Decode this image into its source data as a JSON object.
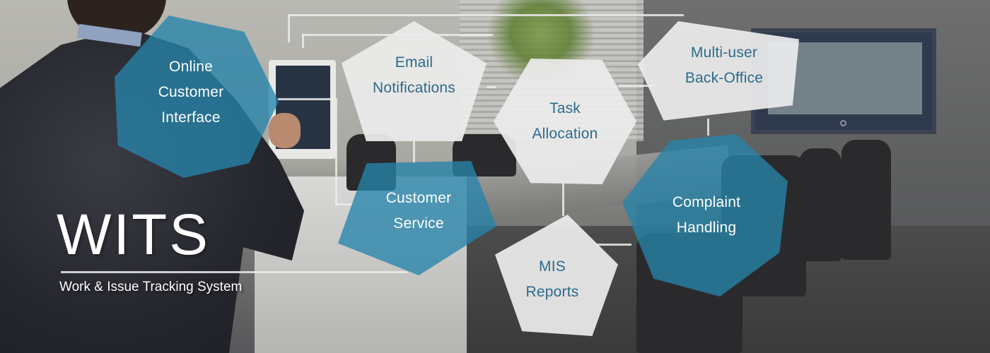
{
  "banner": {
    "title": "WITS",
    "subtitle": "Work & Issue Tracking System",
    "colors": {
      "teal": "#2784aa",
      "light_shape": "#ececec",
      "light_text": "#2c6b8b",
      "white_text": "#ffffff"
    }
  },
  "features": [
    {
      "id": "online",
      "lines": [
        "Online",
        "Customer",
        "Interface"
      ],
      "style": "teal",
      "shape": "heptagon"
    },
    {
      "id": "email",
      "lines": [
        "Email",
        "Notifications"
      ],
      "style": "light",
      "shape": "pentagon"
    },
    {
      "id": "task",
      "lines": [
        "Task",
        "Allocation"
      ],
      "style": "light",
      "shape": "hexagon"
    },
    {
      "id": "multi",
      "lines": [
        "Multi-user",
        "Back-Office"
      ],
      "style": "light",
      "shape": "pentagon"
    },
    {
      "id": "customer",
      "lines": [
        "Customer",
        "Service"
      ],
      "style": "teal",
      "shape": "pentagon"
    },
    {
      "id": "mis",
      "lines": [
        "MIS",
        "Reports"
      ],
      "style": "light",
      "shape": "pentagon"
    },
    {
      "id": "complaint",
      "lines": [
        "Complaint",
        "Handling"
      ],
      "style": "teal",
      "shape": "heptagon"
    }
  ]
}
